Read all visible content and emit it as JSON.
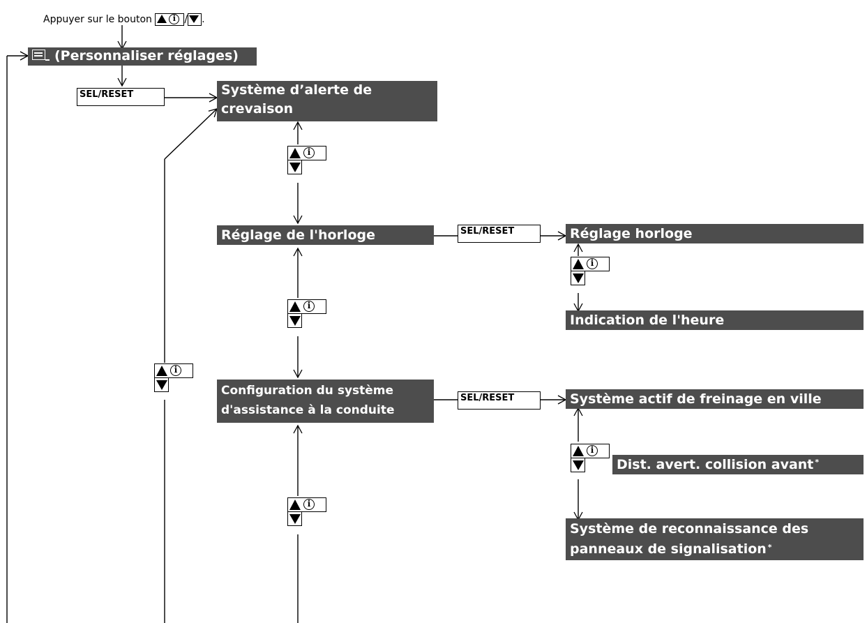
{
  "instruction": {
    "prefix": "Appuyer sur le bouton",
    "up_icon": "triangle-up-info-icon",
    "separator": "/",
    "down_icon": "triangle-down-icon",
    "suffix": "."
  },
  "nav_glyphs": {
    "up": "▲",
    "info": "i",
    "down": "▼"
  },
  "customize_settings": {
    "icon": "menu-list-icon",
    "text": "(Personnaliser réglages)"
  },
  "sel_reset_label": "SEL/RESET",
  "items": {
    "tpms": {
      "line1": "Système d’alerte de",
      "line2": "crevaison"
    },
    "clock_adjust": "Réglage de l'horloge",
    "clock_set": "Réglage horloge",
    "time_display": "Indication de l'heure",
    "driver_assist": {
      "line1": "Configuration du système",
      "line2": "d'assistance à la conduite"
    },
    "city_brake": "Système actif de freinage en ville",
    "fcw_distance": "Dist. avert. collision avant",
    "fcw_star": "*",
    "traffic_sign": {
      "line1": "Système de reconnaissance des",
      "line2": "panneaux de signalisation"
    },
    "traffic_sign_star": "*"
  },
  "colors": {
    "label_bg": "#4d4d4d",
    "label_text": "#ffffff",
    "line": "#000000"
  }
}
